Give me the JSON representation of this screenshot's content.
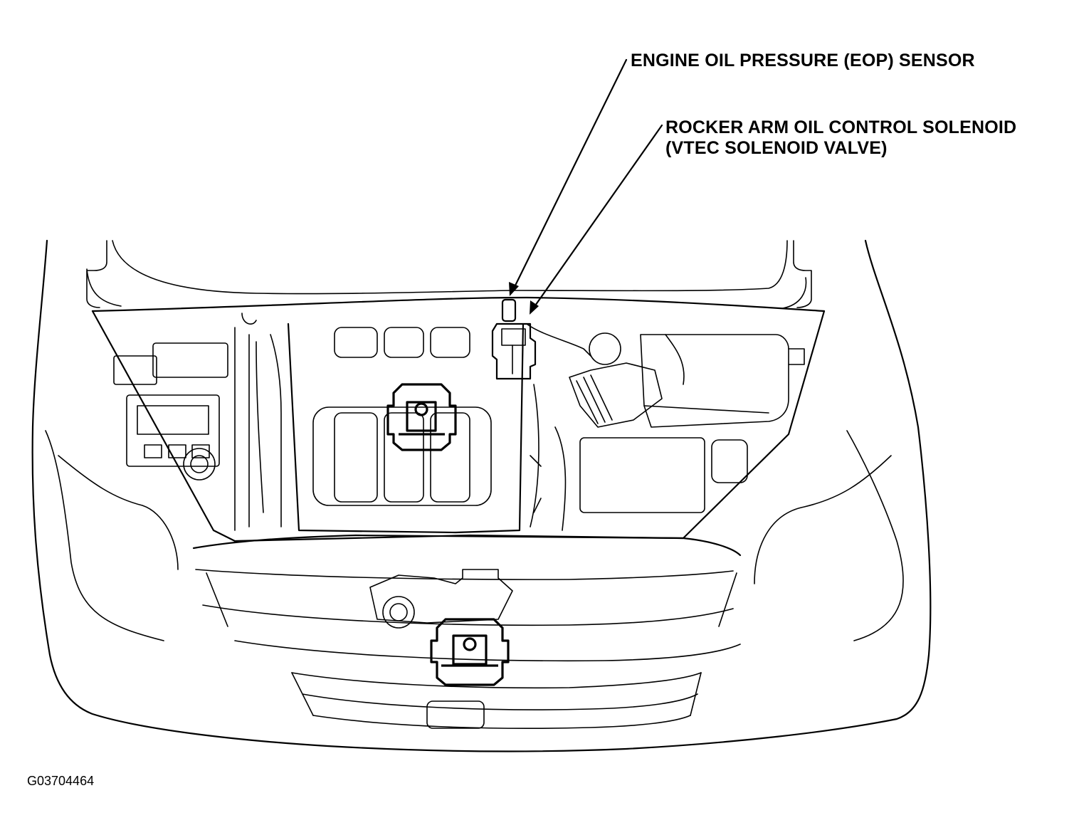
{
  "labels": {
    "eop_sensor": "ENGINE OIL PRESSURE (EOP) SENSOR",
    "solenoid_line1": "ROCKER ARM OIL CONTROL SOLENOID",
    "solenoid_line2": "(VTEC SOLENOID VALVE)"
  },
  "figure_code": "G03704464",
  "colors": {
    "ink": "#000000",
    "paper": "#ffffff"
  }
}
